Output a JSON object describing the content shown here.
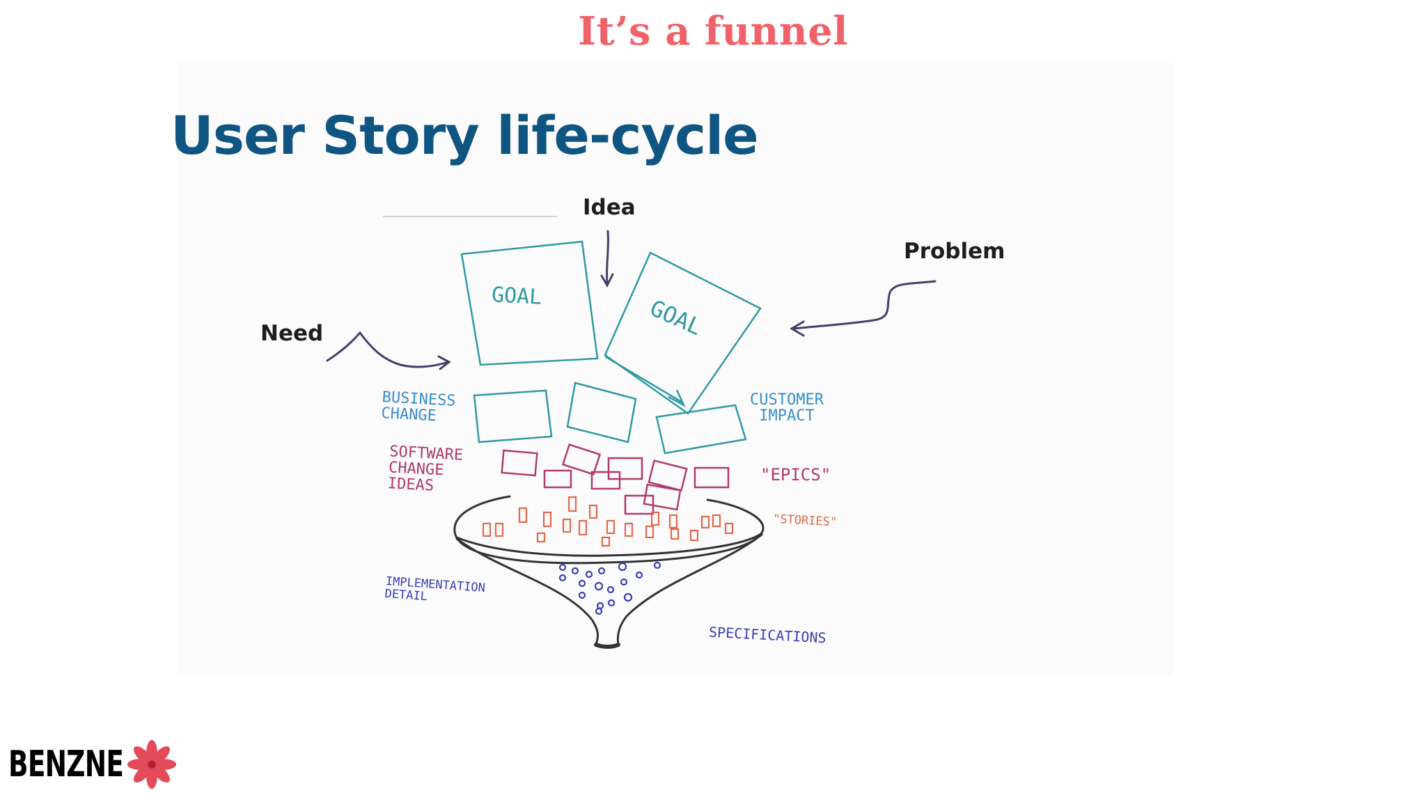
{
  "slide": {
    "title": "It’s a funnel"
  },
  "diagram": {
    "heading": "User Story life-cycle",
    "labels": {
      "idea": "Idea",
      "problem": "Problem",
      "need": "Need",
      "goal_left": "GOAL",
      "goal_right": "GOAL",
      "business_change": "BUSINESS\nCHANGE",
      "customer_impact": "CUSTOMER\nIMPACT",
      "software_change_ideas": "SOFTWARE\nCHANGE\nIDEAS",
      "epics": "\"EPICS\"",
      "stories": "\"STORIES\"",
      "implementation_detail": "IMPLEMENTATION\nDETAIL",
      "specifications": "SPECIFICATIONS"
    },
    "colors": {
      "goal": "#2f9aa3",
      "business": "#3a8ec8",
      "software": "#b03a6e",
      "stories": "#e06a4a",
      "implementation": "#3b3fb3",
      "funnel": "#333333"
    }
  },
  "logo": {
    "text": "BENZNE",
    "mark_color": "#e0384a"
  }
}
